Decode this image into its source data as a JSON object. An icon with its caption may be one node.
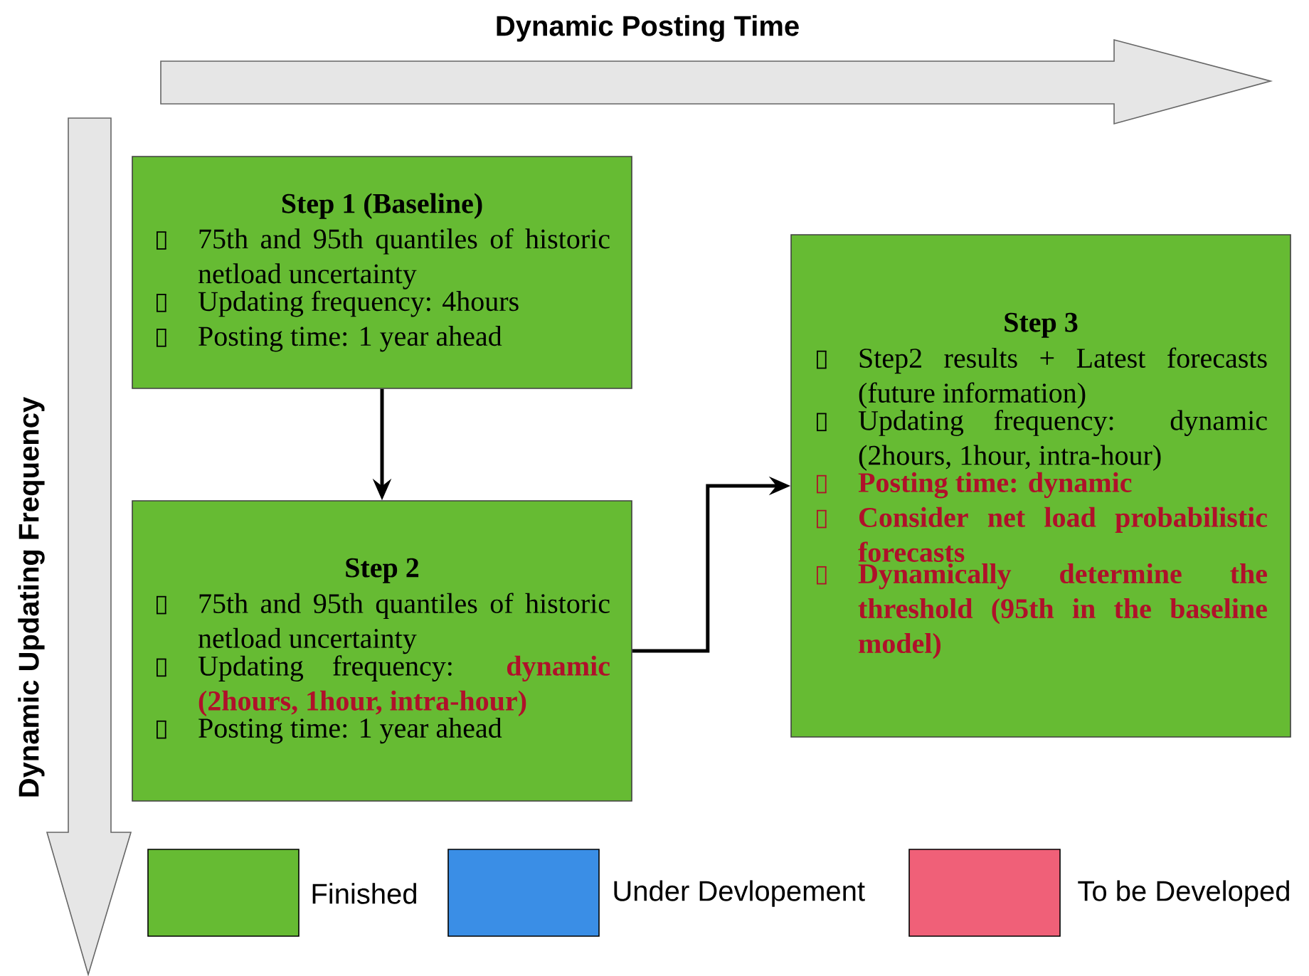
{
  "diagram": {
    "nodes": [
      {
        "text": [
          "Step 1 (Baseline)",
          "75th and 95th quantiles of historic netload uncertainty",
          "Updating frequency: 4hours",
          "Posting time: 1 year ahead"
        ]
      },
      {
        "text": [
          "Step 2",
          "75th and 95th quantiles of historic netload uncertainty",
          "Updating frequency:",
          "dynamic (2hours, 1hour, intra-hour)",
          "Posting time: 1 year ahead"
        ]
      },
      {
        "text": [
          "Step 3",
          "Step2 results + Latest forecasts (future information)",
          "Updating frequency: dynamic (2hours, 1hour, intra-hour)",
          "Posting time: dynamic",
          "Consider net load probabilistic forecasts",
          "Dynamically determine the threshold (95th in the baseline model)"
        ]
      }
    ],
    "edges": [
      {
        "from": 0,
        "to": 1,
        "arrow": "to"
      },
      {
        "from": 1,
        "to": 2,
        "arrow": "to"
      }
    ],
    "labels": [
      "Dynamic Posting Time",
      "Dynamic Updating Frequency"
    ],
    "legend": [
      {
        "text": "Finished",
        "color": "#66bb33"
      },
      {
        "text": "Under Devlopement",
        "color": "#3a8ee6"
      },
      {
        "text": "To be Developed",
        "color": "#f06078"
      }
    ]
  }
}
